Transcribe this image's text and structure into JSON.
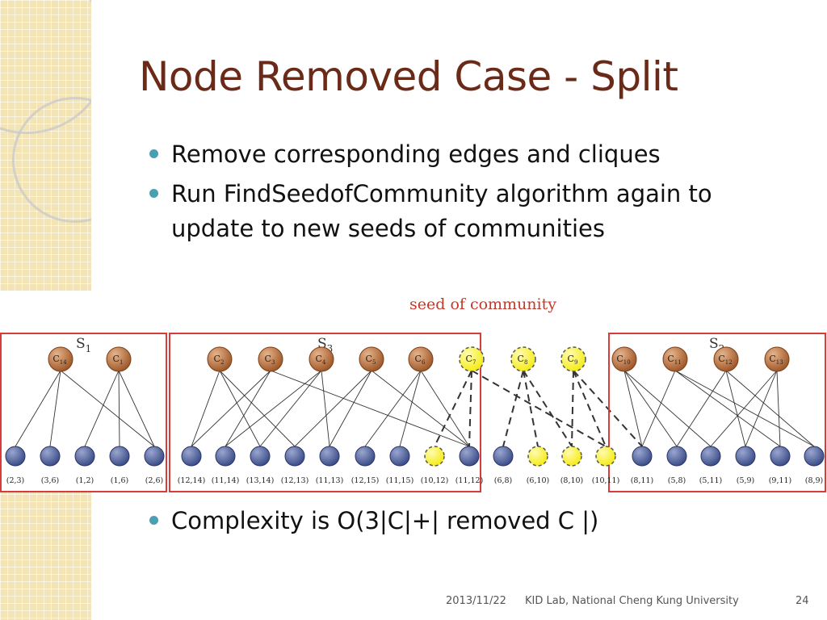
{
  "slide": {
    "title": "Node Removed Case - Split",
    "bullets": [
      "Remove corresponding edges and cliques",
      "Run FindSeedofCommunity algorithm again to update to new seeds of communities"
    ],
    "bottom_bullet": "Complexity is O(3|C|+| removed C |)",
    "footer": {
      "date": "2013/11/22",
      "organization": "KID Lab, National Cheng Kung University",
      "page": "24"
    }
  },
  "diagram": {
    "caption": "seed of community",
    "colors": {
      "caption": "#c0392b",
      "box": "#d93a3a",
      "clique_node": "#a05a2c",
      "edge_node": "#3d4f8a",
      "seed_node": "#f5ec1a",
      "edge": "#333333"
    },
    "groups": [
      {
        "base": "S",
        "sub": "1",
        "clique_nodes": [
          "C14",
          "C1"
        ],
        "edge_nodes": [
          "(2,3)",
          "(3,6)",
          "(1,2)",
          "(1,6)",
          "(2,6)"
        ]
      },
      {
        "base": "S",
        "sub": "3",
        "clique_nodes": [
          "C2",
          "C3",
          "C4",
          "C5",
          "C6",
          "C7"
        ],
        "edge_nodes": [
          "(12,14)",
          "(11,14)",
          "(13,14)",
          "(12,13)",
          "(11,13)",
          "(12,15)",
          "(11,15)",
          "(10,12)",
          "(11,12)"
        ]
      },
      {
        "base": "S",
        "sub": "2",
        "clique_nodes": [
          "C10",
          "C11",
          "C12",
          "C13"
        ],
        "edge_nodes": [
          "(8,11)",
          "(5,8)",
          "(5,11)",
          "(5,9)",
          "(9,11)",
          "(8,9)"
        ]
      }
    ],
    "clique_nodes": [
      {
        "base": "C",
        "sub": "14",
        "seed": false
      },
      {
        "base": "C",
        "sub": "1",
        "seed": false
      },
      {
        "base": "C",
        "sub": "2",
        "seed": false
      },
      {
        "base": "C",
        "sub": "3",
        "seed": false
      },
      {
        "base": "C",
        "sub": "4",
        "seed": false
      },
      {
        "base": "C",
        "sub": "5",
        "seed": false
      },
      {
        "base": "C",
        "sub": "6",
        "seed": false
      },
      {
        "base": "C",
        "sub": "7",
        "seed": true
      },
      {
        "base": "C",
        "sub": "8",
        "seed": true
      },
      {
        "base": "C",
        "sub": "9",
        "seed": true
      },
      {
        "base": "C",
        "sub": "10",
        "seed": false
      },
      {
        "base": "C",
        "sub": "11",
        "seed": false
      },
      {
        "base": "C",
        "sub": "12",
        "seed": false
      },
      {
        "base": "C",
        "sub": "13",
        "seed": false
      }
    ],
    "edge_nodes": [
      {
        "label": "(2,3)",
        "seed": false
      },
      {
        "label": "(3,6)",
        "seed": false
      },
      {
        "label": "(1,2)",
        "seed": false
      },
      {
        "label": "(1,6)",
        "seed": false
      },
      {
        "label": "(2,6)",
        "seed": false
      },
      {
        "label": "(12,14)",
        "seed": false
      },
      {
        "label": "(11,14)",
        "seed": false
      },
      {
        "label": "(13,14)",
        "seed": false
      },
      {
        "label": "(12,13)",
        "seed": false
      },
      {
        "label": "(11,13)",
        "seed": false
      },
      {
        "label": "(12,15)",
        "seed": false
      },
      {
        "label": "(11,15)",
        "seed": false
      },
      {
        "label": "(10,12)",
        "seed": true
      },
      {
        "label": "(11,12)",
        "seed": false
      },
      {
        "label": "(6,8)",
        "seed": false
      },
      {
        "label": "(6,10)",
        "seed": true
      },
      {
        "label": "(8,10)",
        "seed": true
      },
      {
        "label": "(10,11)",
        "seed": true
      },
      {
        "label": "(8,11)",
        "seed": false
      },
      {
        "label": "(5,8)",
        "seed": false
      },
      {
        "label": "(5,11)",
        "seed": false
      },
      {
        "label": "(5,9)",
        "seed": false
      },
      {
        "label": "(9,11)",
        "seed": false
      },
      {
        "label": "(8,9)",
        "seed": false
      }
    ],
    "links": [
      {
        "clique": "C14",
        "edge": "(2,3)",
        "dashed": false
      },
      {
        "clique": "C14",
        "edge": "(3,6)",
        "dashed": false
      },
      {
        "clique": "C14",
        "edge": "(2,6)",
        "dashed": false
      },
      {
        "clique": "C1",
        "edge": "(1,2)",
        "dashed": false
      },
      {
        "clique": "C1",
        "edge": "(1,6)",
        "dashed": false
      },
      {
        "clique": "C1",
        "edge": "(2,6)",
        "dashed": false
      },
      {
        "clique": "C2",
        "edge": "(12,14)",
        "dashed": false
      },
      {
        "clique": "C2",
        "edge": "(13,14)",
        "dashed": false
      },
      {
        "clique": "C2",
        "edge": "(12,13)",
        "dashed": false
      },
      {
        "clique": "C3",
        "edge": "(12,14)",
        "dashed": false
      },
      {
        "clique": "C3",
        "edge": "(11,14)",
        "dashed": false
      },
      {
        "clique": "C3",
        "edge": "(11,12)",
        "dashed": false
      },
      {
        "clique": "C4",
        "edge": "(11,14)",
        "dashed": false
      },
      {
        "clique": "C4",
        "edge": "(13,14)",
        "dashed": false
      },
      {
        "clique": "C4",
        "edge": "(11,13)",
        "dashed": false
      },
      {
        "clique": "C5",
        "edge": "(12,13)",
        "dashed": false
      },
      {
        "clique": "C5",
        "edge": "(11,13)",
        "dashed": false
      },
      {
        "clique": "C5",
        "edge": "(11,12)",
        "dashed": false
      },
      {
        "clique": "C6",
        "edge": "(12,15)",
        "dashed": false
      },
      {
        "clique": "C6",
        "edge": "(11,15)",
        "dashed": false
      },
      {
        "clique": "C6",
        "edge": "(11,12)",
        "dashed": false
      },
      {
        "clique": "C7",
        "edge": "(10,12)",
        "dashed": true
      },
      {
        "clique": "C7",
        "edge": "(11,12)",
        "dashed": true
      },
      {
        "clique": "C7",
        "edge": "(10,11)",
        "dashed": true
      },
      {
        "clique": "C8",
        "edge": "(6,8)",
        "dashed": true
      },
      {
        "clique": "C8",
        "edge": "(6,10)",
        "dashed": true
      },
      {
        "clique": "C8",
        "edge": "(8,10)",
        "dashed": true
      },
      {
        "clique": "C9",
        "edge": "(8,10)",
        "dashed": true
      },
      {
        "clique": "C9",
        "edge": "(10,11)",
        "dashed": true
      },
      {
        "clique": "C9",
        "edge": "(8,11)",
        "dashed": true
      },
      {
        "clique": "C10",
        "edge": "(8,11)",
        "dashed": false
      },
      {
        "clique": "C10",
        "edge": "(5,8)",
        "dashed": false
      },
      {
        "clique": "C10",
        "edge": "(5,11)",
        "dashed": false
      },
      {
        "clique": "C11",
        "edge": "(8,11)",
        "dashed": false
      },
      {
        "clique": "C11",
        "edge": "(9,11)",
        "dashed": false
      },
      {
        "clique": "C11",
        "edge": "(8,9)",
        "dashed": false
      },
      {
        "clique": "C12",
        "edge": "(5,8)",
        "dashed": false
      },
      {
        "clique": "C12",
        "edge": "(5,9)",
        "dashed": false
      },
      {
        "clique": "C12",
        "edge": "(8,9)",
        "dashed": false
      },
      {
        "clique": "C13",
        "edge": "(5,11)",
        "dashed": false
      },
      {
        "clique": "C13",
        "edge": "(5,9)",
        "dashed": false
      },
      {
        "clique": "C13",
        "edge": "(9,11)",
        "dashed": false
      }
    ]
  }
}
